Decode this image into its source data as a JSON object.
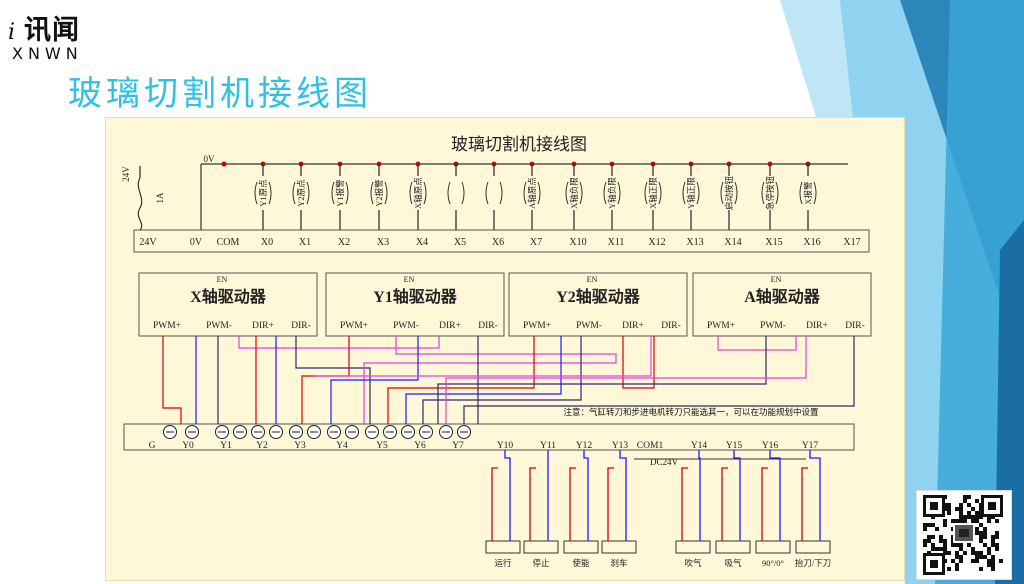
{
  "logo": {
    "mark": "i",
    "name_cn": "讯闻",
    "name_en": "XNWN"
  },
  "page_title": "玻璃切割机接线图",
  "diagram": {
    "title": "玻璃切割机接线图",
    "supply": {
      "voltage": "24V",
      "fuse": "1A",
      "zero": "0V"
    },
    "plc_inputs": {
      "terminals": [
        "24V",
        "0V",
        "COM",
        "X0",
        "X1",
        "X2",
        "X3",
        "X4",
        "X5",
        "X6",
        "X7",
        "X10",
        "X11",
        "X12",
        "X13",
        "X14",
        "X15",
        "X16",
        "X17"
      ],
      "switch_labels": [
        "Y1原点",
        "Y2原点",
        "Y1报警",
        "Y2报警",
        "X轴原点",
        "",
        "",
        "A轴原点",
        "X轴负限",
        "Y轴负限",
        "X轴正限",
        "Y轴正限",
        "启动按钮",
        "急停按钮",
        "X报警"
      ]
    },
    "drivers": [
      {
        "name": "X轴驱动器",
        "en": "EN",
        "pins": [
          "PWM+",
          "PWM-",
          "DIR+",
          "DIR-"
        ]
      },
      {
        "name": "Y1轴驱动器",
        "en": "EN",
        "pins": [
          "PWM+",
          "PWM-",
          "DIR+",
          "DIR-"
        ]
      },
      {
        "name": "Y2轴驱动器",
        "en": "EN",
        "pins": [
          "PWM+",
          "PWM-",
          "DIR+",
          "DIR-"
        ]
      },
      {
        "name": "A轴驱动器",
        "en": "EN",
        "pins": [
          "PWM+",
          "PWM-",
          "DIR+",
          "DIR-"
        ]
      }
    ],
    "note": "注意：气缸转刀和步进电机转刀只能选其一，可以在功能规划中设置",
    "plc_outputs": {
      "terminals": [
        "G",
        "Y0",
        "Y1",
        "Y2",
        "Y3",
        "Y4",
        "Y5",
        "Y6",
        "Y7",
        "Y10",
        "Y11",
        "Y12",
        "Y13",
        "COM1",
        "Y14",
        "Y15",
        "Y16",
        "Y17"
      ],
      "dc_label": "DC24V"
    },
    "output_loads": [
      "运行",
      "停止",
      "使能",
      "刹车",
      "吹气",
      "吸气",
      "90°/0°",
      "抬刀/下刀"
    ]
  },
  "colors": {
    "title": "#2ec1e6",
    "panel": "#fff8d8",
    "wire_blue": "#1a1aff",
    "wire_red": "#d40000",
    "wire_magenta": "#e040e0",
    "wire_dark": "#2a2a66"
  },
  "qr": {
    "icon": "qr-code-icon"
  }
}
